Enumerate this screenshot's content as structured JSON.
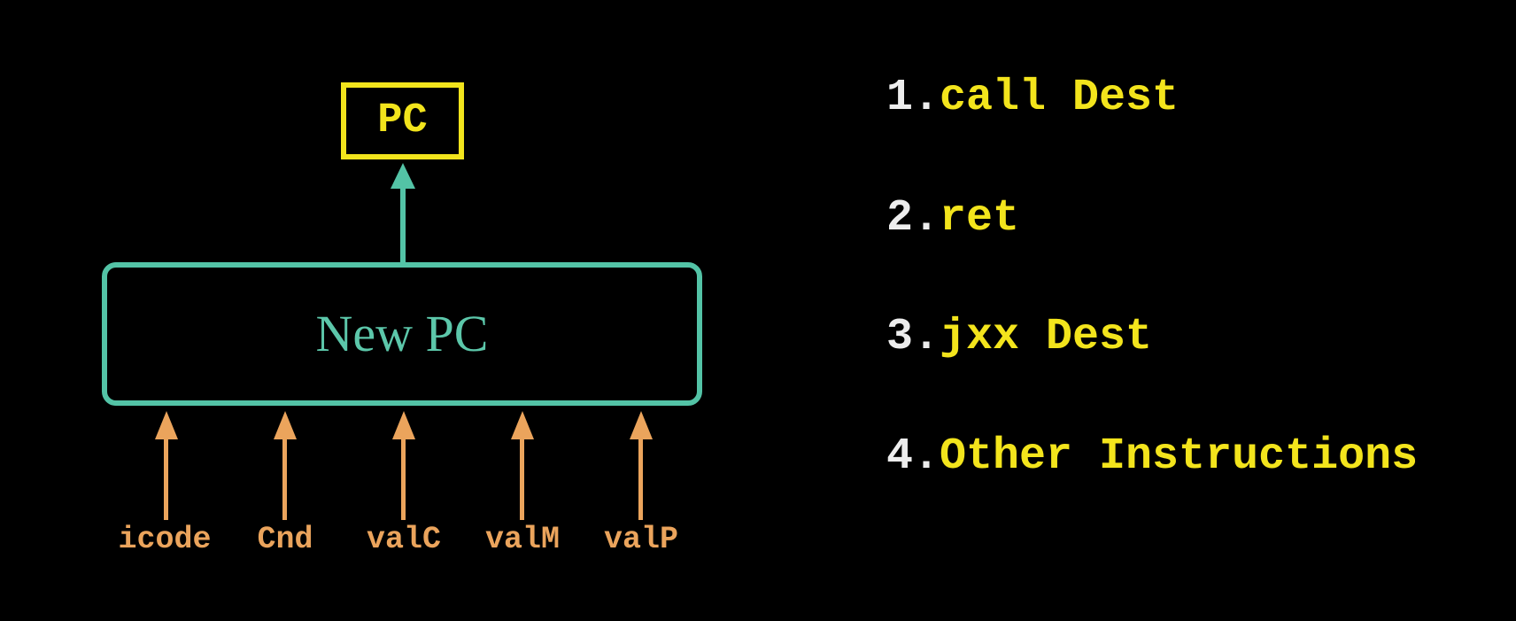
{
  "colors": {
    "background": "#000000",
    "yellow": "#F2E41C",
    "teal": "#53C3A6",
    "orange": "#EBA45C",
    "list_number_white": "#EDEDED"
  },
  "icons": {
    "flow_arrow_up": "triangle-up-arrow"
  },
  "diagram": {
    "pc_box": {
      "label": "PC"
    },
    "new_pc_box": {
      "label": "New PC"
    },
    "inputs": [
      {
        "label": "icode"
      },
      {
        "label": "Cnd"
      },
      {
        "label": "valC"
      },
      {
        "label": "valM"
      },
      {
        "label": "valP"
      }
    ]
  },
  "instruction_list": {
    "items": [
      {
        "number": "1.",
        "text": "call Dest"
      },
      {
        "number": "2.",
        "text": "ret"
      },
      {
        "number": "3.",
        "text": "jxx Dest"
      },
      {
        "number": "4.",
        "text": "Other Instructions"
      }
    ]
  }
}
